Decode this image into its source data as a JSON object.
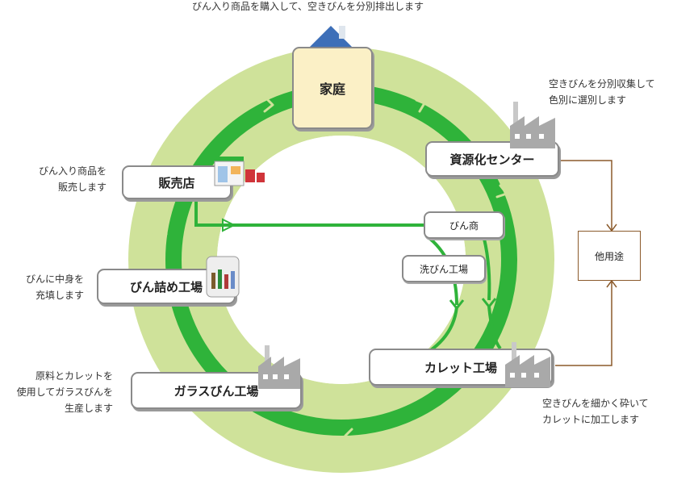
{
  "top_caption": "びん入り商品を購入して、空きびんを分別排出します",
  "nodes": {
    "home": "家庭",
    "resource_center": "資源化センター",
    "retailer": "販売店",
    "bottler": "びん詰め工場",
    "bottle_merchant": "びん商",
    "washing_plant": "洗びん工場",
    "other_uses": "他用途",
    "cullet_plant": "カレット工場",
    "glass_plant": "ガラスびん工場"
  },
  "notes": {
    "resource_center": [
      "空きびんを分別収集して",
      "色別に選別します"
    ],
    "retailer": [
      "びん入り商品を",
      "販売します"
    ],
    "bottler": [
      "びんに中身を",
      "充填します"
    ],
    "cullet_plant": [
      "空きびんを細かく砕いて",
      "カレットに加工します"
    ],
    "glass_plant": [
      "原料とカレットを",
      "使用してガラスびんを",
      "生産します"
    ]
  },
  "colors": {
    "ring_light": "#cfe29a",
    "ring_arrow": "#2fb33a",
    "home_box": "#fbf0c6",
    "box_border": "#8a8a8a",
    "other_line": "#8b5a2b"
  },
  "icons": [
    "house-icon",
    "factory-icon",
    "shop-icon",
    "bottle-cabinet-icon"
  ]
}
